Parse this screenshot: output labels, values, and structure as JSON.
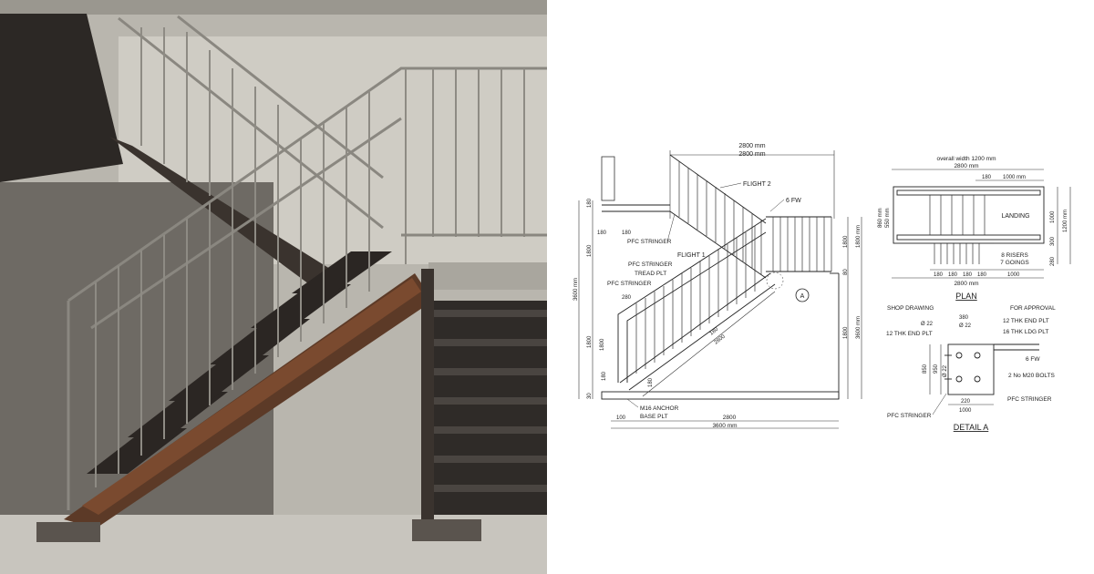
{
  "colors": {
    "concrete": "#bdbab2",
    "concrete_dark": "#5f5c57",
    "steel": "#3d342e",
    "rust": "#6b3a22",
    "rail": "#8a8780",
    "ink": "#222222"
  },
  "elevation": {
    "top_width": "2800 mm",
    "top_width2": "2800 mm",
    "flight2": "FLIGHT 2",
    "fw": "6 FW",
    "d180a": "180",
    "d180b": "180",
    "pfc_stringer_top": "PFC STRINGER",
    "flight1": "FLIGHT 1",
    "pfc_stringer_1": "PFC STRINGER",
    "tread_plt": "TREAD PLT",
    "pfc_stringer_2": "PFC STRINGER",
    "d280": "280",
    "marker": "A",
    "left_overall": "3600 mm",
    "left_1800_top": "1800",
    "left_1800_bot": "1800",
    "left_1800_inner": "1800",
    "left_180": "180",
    "left_30": "30",
    "left_180b": "180",
    "right_1800": "1800",
    "right_80": "80",
    "right_1800b": "1800",
    "right_3600": "3600 mm",
    "right_1800_mm": "1800 mm",
    "right_1800_2": "1800",
    "diag_180": "180",
    "diag_2800": "2800",
    "v_180": "180",
    "anchor": "M16 ANCHOR",
    "base_plt": "BASE PLT",
    "d100": "100",
    "bottom_2800": "2800",
    "bottom_3600": "3600 mm"
  },
  "plan": {
    "overall_width": "overall width 1200 mm",
    "width_2800": "2800 mm",
    "d180": "180",
    "d1000": "1000 mm",
    "landing": "LANDING",
    "risers": "8 RISERS",
    "goings": "7 GOINGS",
    "goings_dims": [
      "180",
      "180",
      "180",
      "180"
    ],
    "d1000b": "1000",
    "bottom_2800": "2800 mm",
    "left_860": "860 mm",
    "left_550": "550 mm",
    "r1000": "1000",
    "r1200": "1200 mm",
    "r300": "300",
    "r280": "280",
    "title": "PLAN"
  },
  "detail": {
    "shop_drawing": "SHOP DRAWING",
    "for_approval": "FOR APPROVAL",
    "d380": "380",
    "phi22a": "Ø 22",
    "phi22b": "Ø 22",
    "end_plt_12a": "12 THK END PLT",
    "end_plt_12b": "12 THK END PLT",
    "ldg_plt_16": "16 THK LDG PLT",
    "fw": "6 FW",
    "bolts": "2 No M20 BOLTS",
    "pfc_right": "PFC STRINGER",
    "pfc_left": "PFC STRINGER",
    "d850": "850",
    "d950": "950",
    "d22": "Ø 22",
    "d220": "220",
    "d1000": "1000",
    "title": "DETAIL A"
  }
}
